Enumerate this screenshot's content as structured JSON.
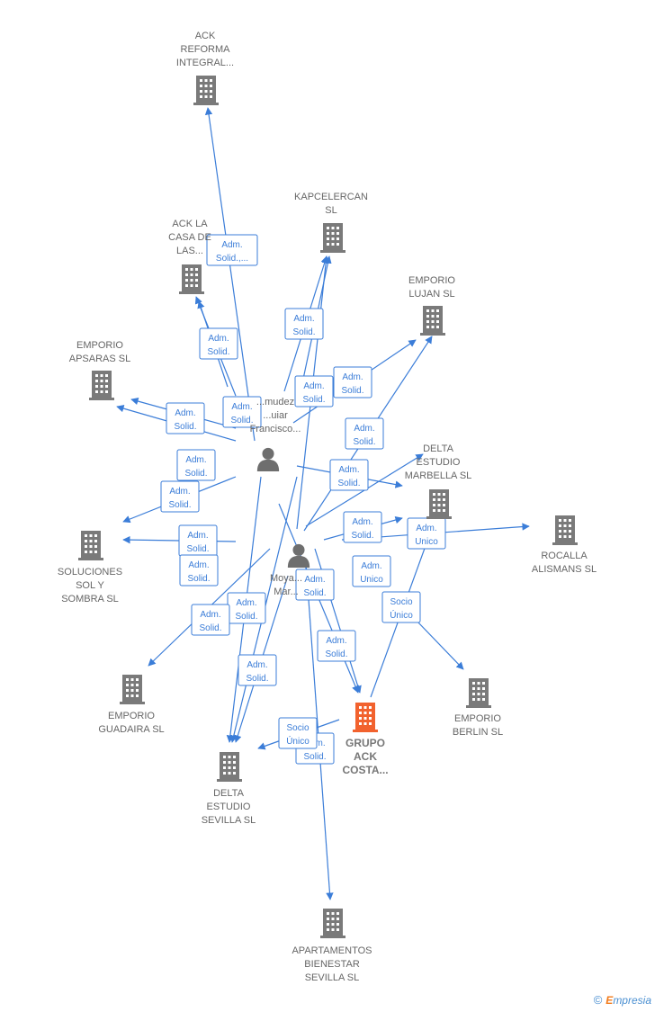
{
  "colors": {
    "edge": "#3b7dd8",
    "building": "#7a7a7a",
    "focus_building": "#f2622e",
    "person": "#6e6e6e"
  },
  "people": [
    {
      "id": "p1",
      "label": [
        "...mudez",
        "...uiar",
        "Francisco..."
      ]
    },
    {
      "id": "p2",
      "label": [
        "Moya...",
        "Mar..."
      ]
    }
  ],
  "companies": [
    {
      "id": "c_reforma",
      "label": [
        "ACK",
        "REFORMA",
        "INTEGRAL..."
      ],
      "icon": "building-icon"
    },
    {
      "id": "c_lacasa",
      "label": [
        "ACK LA",
        "CASA DE",
        "LAS..."
      ],
      "icon": "building-icon"
    },
    {
      "id": "c_kapcelercan",
      "label": [
        "KAPCELERCAN",
        "SL"
      ],
      "icon": "building-icon"
    },
    {
      "id": "c_lujan",
      "label": [
        "EMPORIO",
        "LUJAN  SL"
      ],
      "icon": "building-icon"
    },
    {
      "id": "c_apsaras",
      "label": [
        "EMPORIO",
        "APSARAS SL"
      ],
      "icon": "building-icon"
    },
    {
      "id": "c_marbella",
      "label": [
        "DELTA",
        "ESTUDIO",
        "MARBELLA  SL"
      ],
      "icon": "building-icon"
    },
    {
      "id": "c_soluciones",
      "label": [
        "SOLUCIONES",
        "SOL Y",
        "SOMBRA  SL"
      ],
      "icon": "building-icon"
    },
    {
      "id": "c_rocalla",
      "label": [
        "ROCALLA",
        "ALISMANS  SL"
      ],
      "icon": "building-icon"
    },
    {
      "id": "c_guadaira",
      "label": [
        "EMPORIO",
        "GUADAIRA SL"
      ],
      "icon": "building-icon"
    },
    {
      "id": "c_berlin",
      "label": [
        "EMPORIO",
        "BERLIN  SL"
      ],
      "icon": "building-icon"
    },
    {
      "id": "c_grupo",
      "label": [
        "GRUPO",
        "ACK",
        "COSTA..."
      ],
      "icon": "building-icon",
      "focus": true
    },
    {
      "id": "c_sevilla",
      "label": [
        "DELTA",
        "ESTUDIO",
        "SEVILLA  SL"
      ],
      "icon": "building-icon"
    },
    {
      "id": "c_apartamentos",
      "label": [
        "APARTAMENTOS",
        "BIENESTAR",
        "SEVILLA  SL"
      ],
      "icon": "building-icon"
    }
  ],
  "edge_labels": [
    [
      "Adm.",
      "Solid.,..."
    ],
    [
      "Adm.",
      "Solid."
    ],
    [
      "Adm.",
      "Solid."
    ],
    [
      "Adm.",
      "Solid."
    ],
    [
      "Adm.",
      "Solid."
    ],
    [
      "Adm.",
      "Solid."
    ],
    [
      "Adm.",
      "Solid."
    ],
    [
      "Adm.",
      "Solid."
    ],
    [
      "Adm.",
      "Solid."
    ],
    [
      "Adm.",
      "Solid."
    ],
    [
      "Adm.",
      "Solid."
    ],
    [
      "Adm.",
      "Solid."
    ],
    [
      "Adm.",
      "Solid."
    ],
    [
      "Adm.",
      "Solid."
    ],
    [
      "Adm.",
      "Solid."
    ],
    [
      "Adm.",
      "Solid."
    ],
    [
      "Adm.",
      "Solid."
    ],
    [
      "Adm.",
      "Solid."
    ],
    [
      "Adm.",
      "Unico"
    ],
    [
      "Adm.",
      "Unico"
    ],
    [
      "Socio",
      "Único"
    ],
    [
      "Adm.",
      "Solid."
    ],
    [
      "Adm.",
      "Solid."
    ],
    [
      "Socio",
      "Único"
    ]
  ],
  "footer": {
    "copyright": "©",
    "brand_e": "E",
    "brand_rest": "mpresia"
  }
}
